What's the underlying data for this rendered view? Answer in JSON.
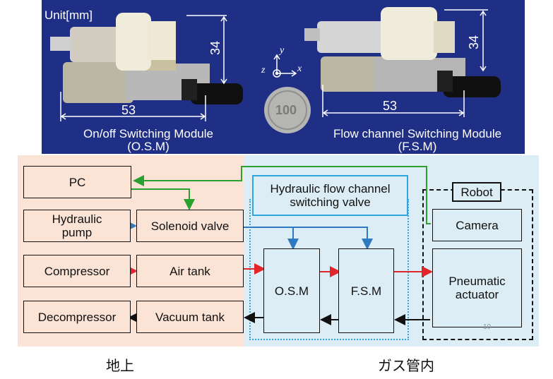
{
  "photo": {
    "unit_label": "Unit[mm]",
    "osm": {
      "height": "34",
      "width": "53",
      "name": "On/off Switching Module",
      "abbr": "(O.S.M)"
    },
    "fsm": {
      "height": "34",
      "width": "53",
      "name": "Flow channel Switching Module",
      "abbr": "(F.S.M)"
    },
    "axes": {
      "y": "y",
      "x": "x",
      "z": "z"
    },
    "coin_text": "100"
  },
  "diagram": {
    "boxes": {
      "pc": "PC",
      "hydraulic_pump": "Hydraulic\npump",
      "solenoid_valve": "Solenoid valve",
      "compressor": "Compressor",
      "air_tank": "Air tank",
      "decompressor": "Decompressor",
      "vacuum_tank": "Vacuum tank",
      "valve_group_title": "Hydraulic flow channel\nswitching valve",
      "osm": "O.S.M",
      "fsm": "F.S.M",
      "robot": "Robot",
      "camera": "Camera",
      "actuator": "Pneumatic\nactuator"
    },
    "page_number": "10",
    "section_labels": {
      "ground": "地上",
      "in_pipe": "ガス管内"
    },
    "colors": {
      "green": "#2aa12f",
      "blue": "#2f79c0",
      "red": "#e0262a",
      "black": "#111111",
      "group_border": "#2ea6e0"
    }
  }
}
